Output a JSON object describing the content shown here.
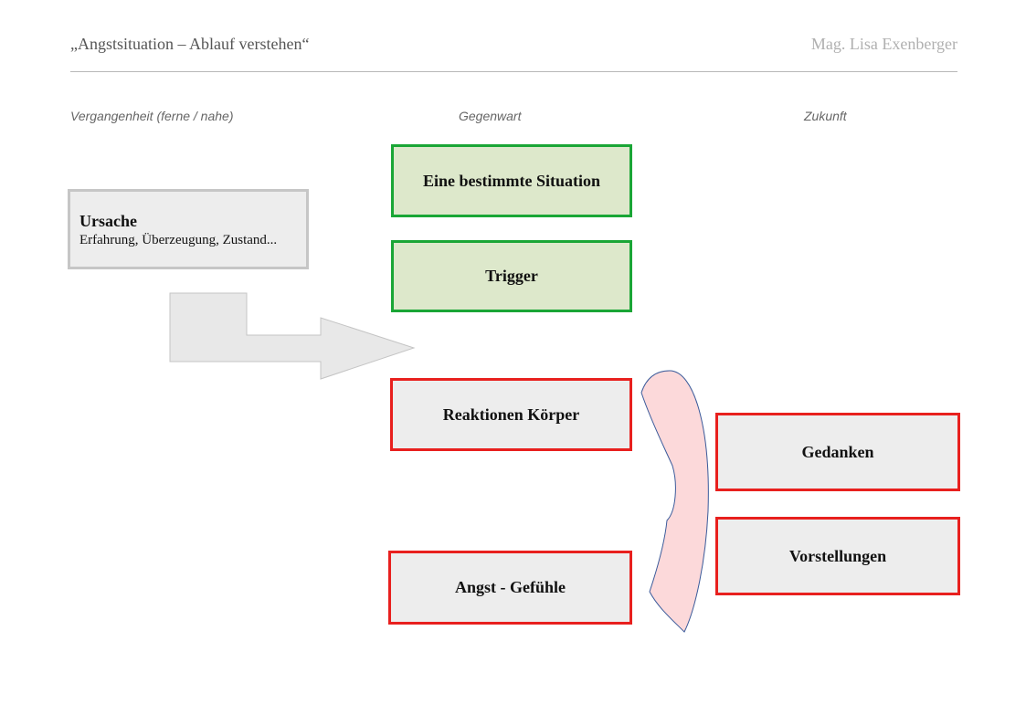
{
  "header": {
    "title": "„Angstsituation – Ablauf verstehen“",
    "author": "Mag. Lisa Exenberger"
  },
  "columns": {
    "past": "Vergangenheit  (ferne / nahe)",
    "present": "Gegenwart",
    "future": "Zukunft"
  },
  "cause": {
    "title": "Ursache",
    "detail": "Erfahrung, Überzeugung, Zustand..."
  },
  "boxes": {
    "situation": "Eine bestimmte Situation",
    "trigger": "Trigger",
    "body_reactions": "Reaktionen Körper",
    "feelings": "Angst - Gefühle",
    "thoughts": "Gedanken",
    "imaginations": "Vorstellungen"
  },
  "colors": {
    "green_border": "#1aa636",
    "green_fill": "#dde8cb",
    "red_border": "#e8201e",
    "grey_fill": "#ededed",
    "cause_border": "#c6c6c6",
    "arrow_fill": "#e8e8e8",
    "curved_arrow_fill": "#fcd9da",
    "curved_arrow_stroke": "#3a5a9a"
  }
}
